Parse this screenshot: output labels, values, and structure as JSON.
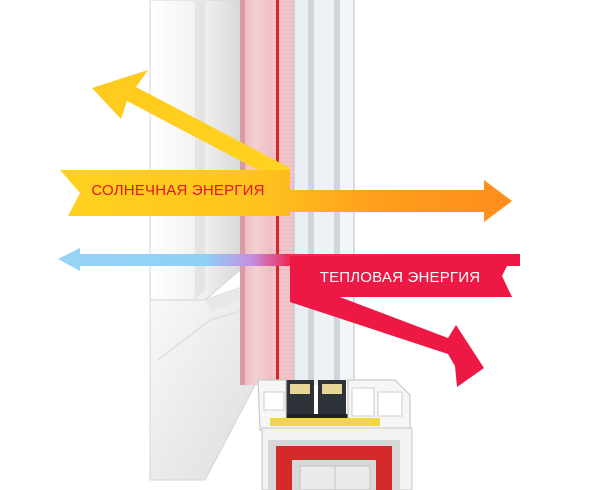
{
  "labels": {
    "solar": "СОЛНЕЧНАЯ ЭНЕРГИЯ",
    "thermal": "ТЕПЛОВАЯ ЭНЕРГИЯ"
  },
  "colors": {
    "solar_yellow": "#ffd21f",
    "solar_orange": "#ff9a1c",
    "solar_text": "#e2161f",
    "thermal_red": "#ee1845",
    "thermal_text": "#ffffff",
    "thermal_blue": "#8fd0f5",
    "frame_white": "#f2f2f2",
    "glass_pink": "#f1c4c8",
    "insert_red": "#d42a2a"
  },
  "icons": {
    "solar_reflected": "arrow-up-left",
    "solar_transmitted": "arrow-right",
    "thermal_outward": "arrow-left",
    "thermal_reflected": "arrow-down-right"
  }
}
